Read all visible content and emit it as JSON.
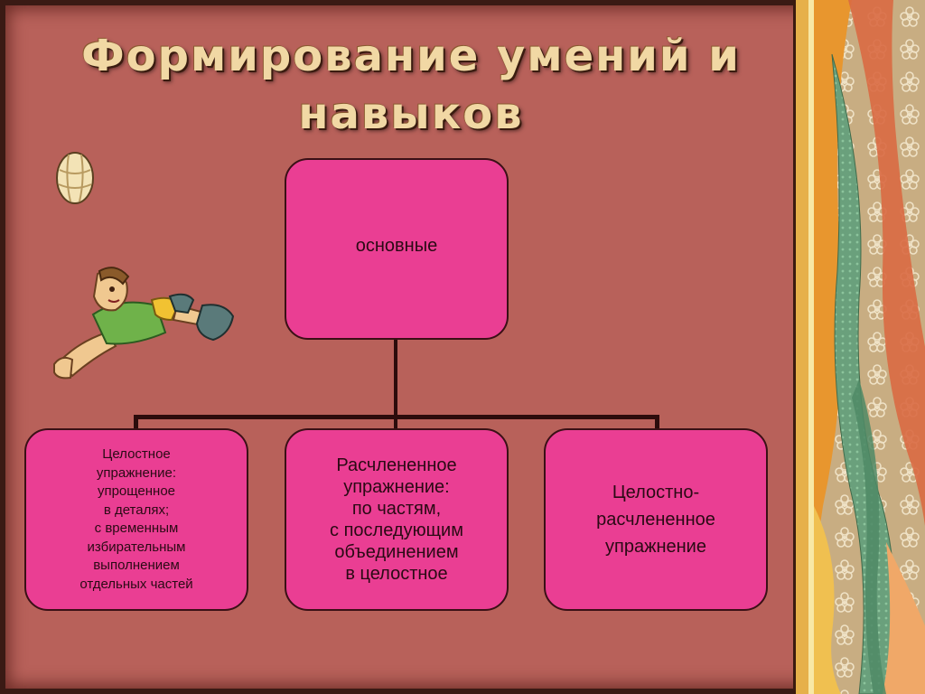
{
  "title": "Формирование умений и навыков",
  "diagram": {
    "root": "основные",
    "children": [
      "Целостное\nупражнение:\nупрощенное\nв деталях;\nс временным\nизбирательным\nвыполнением\nотдельных частей",
      "Расчлененное\nупражнение:\nпо частям,\nс последующим\nобъединением\nв целостное",
      "Целостно-\nрасчлененное\nупражнение"
    ]
  },
  "colors": {
    "slide_bg": "#b8615a",
    "box_fill": "#ea3e93",
    "title_color": "#f1d8a4",
    "connector": "#2c0c0c"
  }
}
